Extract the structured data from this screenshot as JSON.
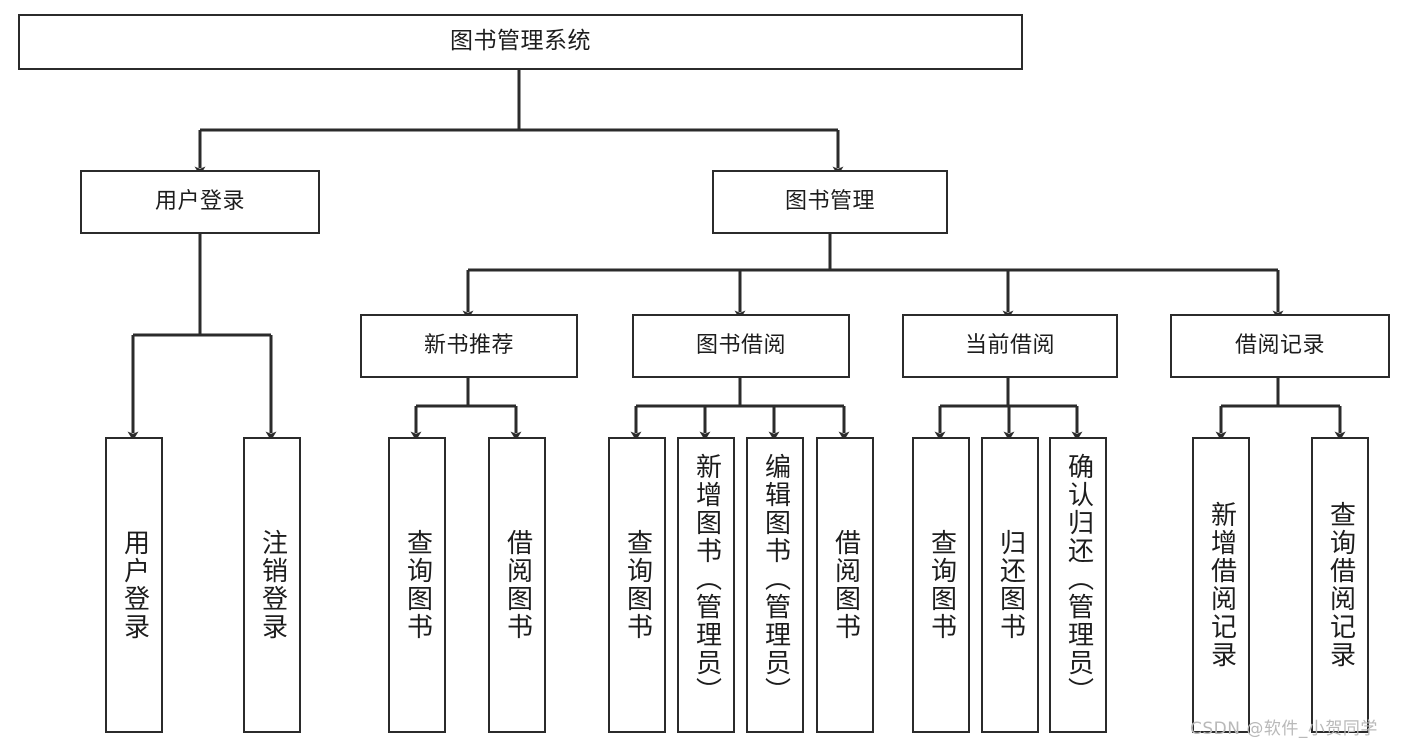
{
  "diagram": {
    "type": "tree",
    "title": "图书管理系统",
    "levels": {
      "root": {
        "label": "图书管理系统"
      },
      "level2": [
        {
          "label": "用户登录"
        },
        {
          "label": "图书管理"
        }
      ],
      "level3": [
        {
          "label": "新书推荐"
        },
        {
          "label": "图书借阅"
        },
        {
          "label": "当前借阅"
        },
        {
          "label": "借阅记录"
        }
      ],
      "leaves": [
        {
          "label": "用户登录",
          "parent": "用户登录"
        },
        {
          "label": "注销登录",
          "parent": "用户登录"
        },
        {
          "label": "查询图书",
          "parent": "新书推荐"
        },
        {
          "label": "借阅图书",
          "parent": "新书推荐"
        },
        {
          "label": "查询图书",
          "parent": "图书借阅"
        },
        {
          "label": "新增图书（管理员）",
          "parent": "图书借阅"
        },
        {
          "label": "编辑图书（管理员）",
          "parent": "图书借阅"
        },
        {
          "label": "借阅图书",
          "parent": "图书借阅"
        },
        {
          "label": "查询图书",
          "parent": "当前借阅"
        },
        {
          "label": "归还图书",
          "parent": "当前借阅"
        },
        {
          "label": "确认归还（管理员）",
          "parent": "当前借阅"
        },
        {
          "label": "新增借阅记录",
          "parent": "借阅记录"
        },
        {
          "label": "查询借阅记录",
          "parent": "借阅记录"
        }
      ]
    },
    "colors": {
      "stroke": "#2b2b2b",
      "fill": "#ffffff",
      "text": "#1d1d1d",
      "watermark": "#b9b9b9"
    }
  },
  "watermark": {
    "text": "CSDN @软件_小贺同学"
  }
}
